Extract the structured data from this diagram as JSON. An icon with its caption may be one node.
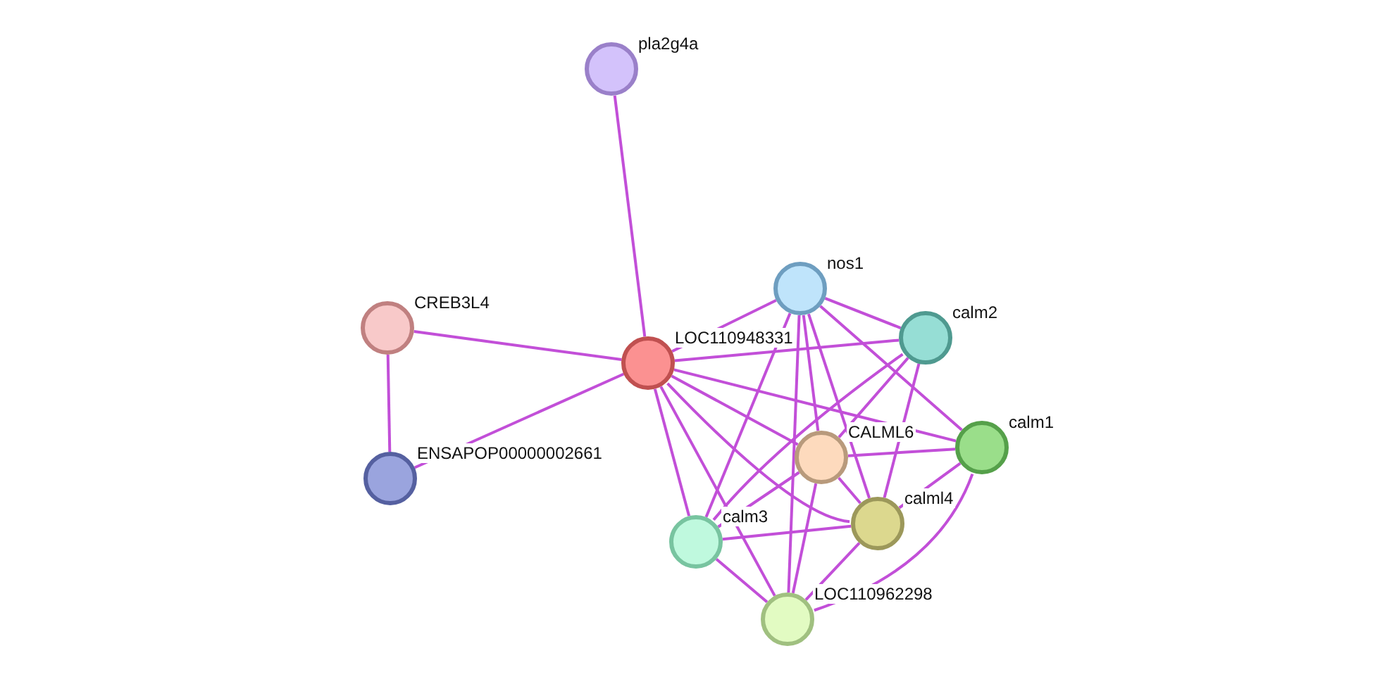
{
  "diagram": {
    "nodes": [
      {
        "text": [
          "pla2g4a"
        ]
      },
      {
        "text": [
          "CREB3L4"
        ]
      },
      {
        "text": [
          "LOC110948331"
        ]
      },
      {
        "text": [
          "nos1"
        ]
      },
      {
        "text": [
          "calm2"
        ]
      },
      {
        "text": [
          "ENSAPOP00000002661"
        ]
      },
      {
        "text": [
          "CALML6"
        ]
      },
      {
        "text": [
          "calm1"
        ]
      },
      {
        "text": [
          "calml4"
        ]
      },
      {
        "text": [
          "calm3"
        ]
      },
      {
        "text": [
          "LOC110962298"
        ]
      }
    ],
    "edges": [
      {
        "from": 0,
        "to": 2,
        "arrow": "none"
      },
      {
        "from": 1,
        "to": 2,
        "arrow": "none"
      },
      {
        "from": 1,
        "to": 5,
        "arrow": "none"
      },
      {
        "from": 5,
        "to": 2,
        "arrow": "none"
      },
      {
        "from": 2,
        "to": 3,
        "arrow": "none"
      },
      {
        "from": 2,
        "to": 4,
        "arrow": "none"
      },
      {
        "from": 2,
        "to": 7,
        "arrow": "none"
      },
      {
        "from": 2,
        "to": 6,
        "arrow": "none"
      },
      {
        "from": 2,
        "to": 8,
        "arrow": "none"
      },
      {
        "from": 2,
        "to": 9,
        "arrow": "none"
      },
      {
        "from": 2,
        "to": 10,
        "arrow": "none"
      },
      {
        "from": 3,
        "to": 4,
        "arrow": "none"
      },
      {
        "from": 3,
        "to": 7,
        "arrow": "none"
      },
      {
        "from": 3,
        "to": 6,
        "arrow": "none"
      },
      {
        "from": 3,
        "to": 8,
        "arrow": "none"
      },
      {
        "from": 3,
        "to": 9,
        "arrow": "none"
      },
      {
        "from": 3,
        "to": 10,
        "arrow": "none"
      },
      {
        "from": 4,
        "to": 6,
        "arrow": "none"
      },
      {
        "from": 4,
        "to": 8,
        "arrow": "none"
      },
      {
        "from": 4,
        "to": 9,
        "arrow": "none"
      },
      {
        "from": 6,
        "to": 7,
        "arrow": "none"
      },
      {
        "from": 6,
        "to": 8,
        "arrow": "none"
      },
      {
        "from": 6,
        "to": 9,
        "arrow": "none"
      },
      {
        "from": 6,
        "to": 10,
        "arrow": "none"
      },
      {
        "from": 7,
        "to": 8,
        "arrow": "none"
      },
      {
        "from": 7,
        "to": 10,
        "arrow": "none"
      },
      {
        "from": 8,
        "to": 9,
        "arrow": "none"
      },
      {
        "from": 8,
        "to": 10,
        "arrow": "none"
      },
      {
        "from": 9,
        "to": 10,
        "arrow": "none"
      }
    ]
  }
}
